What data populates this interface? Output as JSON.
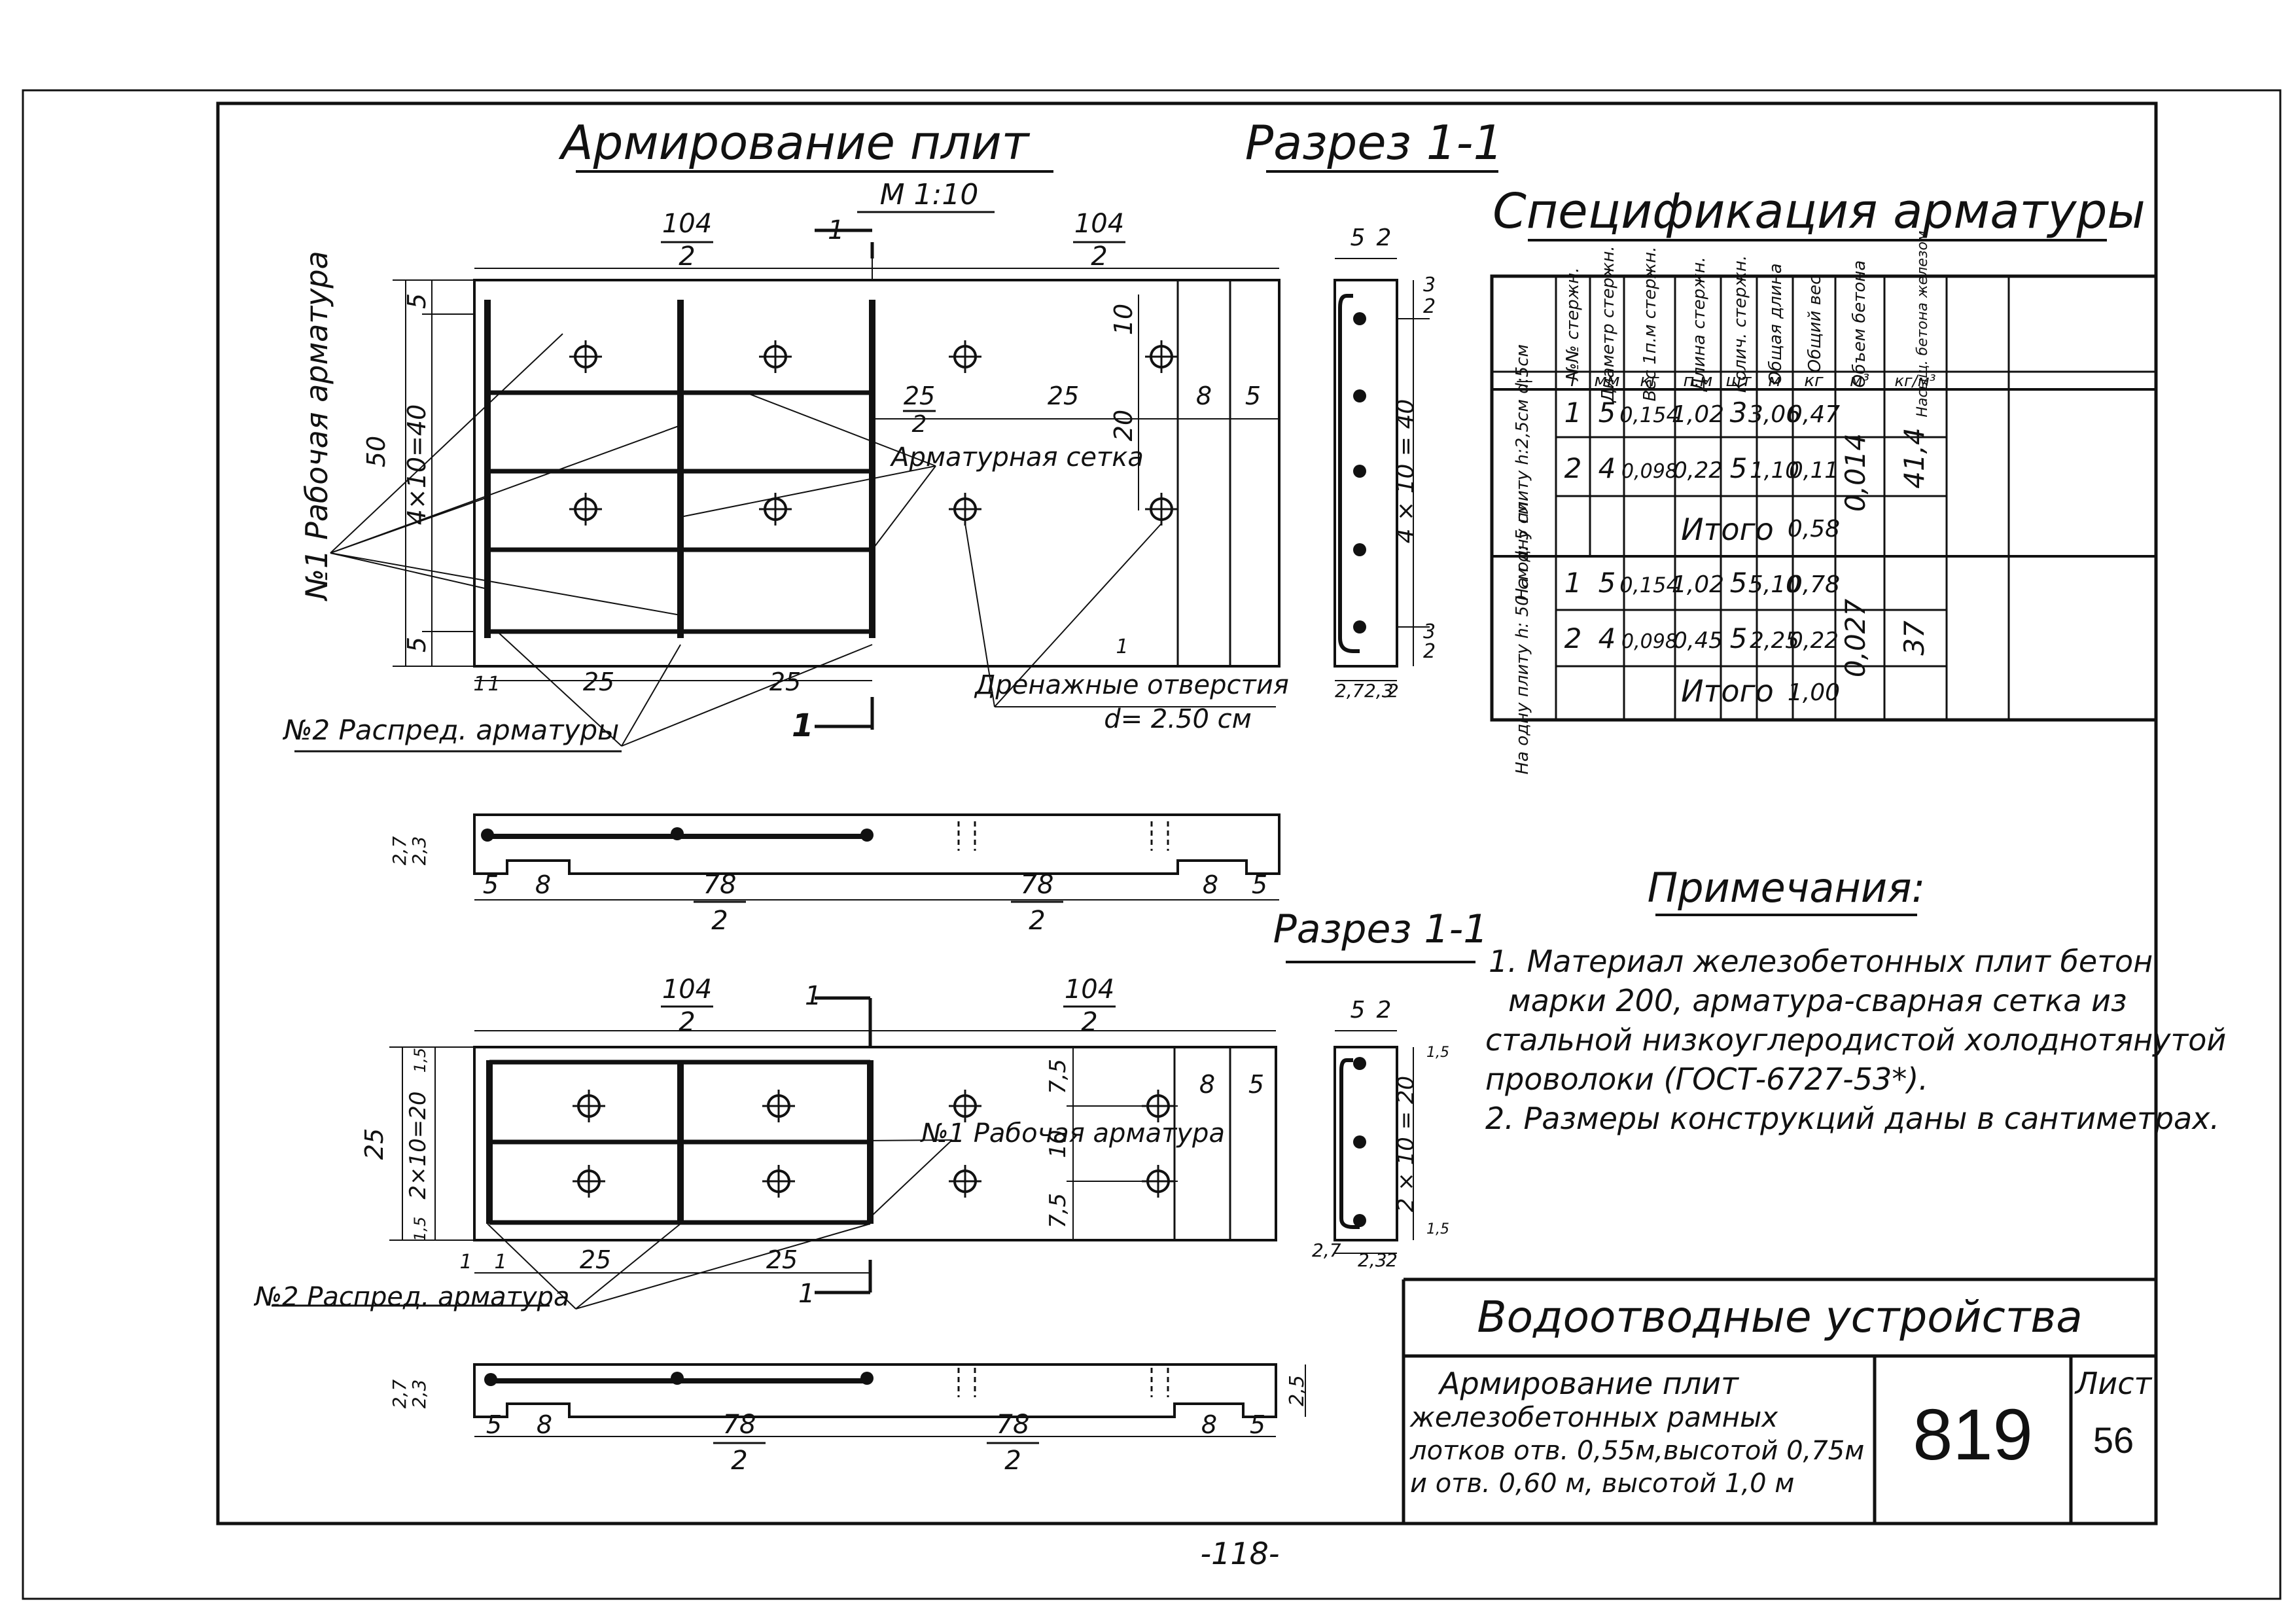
{
  "titles": {
    "main": "Армирование плит",
    "scale": "М 1:10",
    "section_top": "Разрез 1-1",
    "section_bottom": "Разрез 1-1",
    "spec": "Спецификация арматуры",
    "notes": "Примечания:"
  },
  "labels": {
    "rabochaya_top": "№1 Рабочая арматура",
    "armaturnaya_setka": "Арматурная сетка",
    "drenazh": "Дренажные отверстия",
    "drenazh_d": "d= 2.50 см",
    "raspred_top": "№2 Распред. арматуры",
    "rabochaya_bottom": "№1 Рабочая арматура",
    "raspred_bottom": "№2 Распред. арматура",
    "cut_mark": "1"
  },
  "dims_top_plan": {
    "d104a": "104",
    "d2a": "2",
    "d104b": "104",
    "d2b": "2",
    "d5a": "5",
    "d50": "50",
    "d4x10": "4×10=40",
    "d5b": "5",
    "d10": "10",
    "d20": "20",
    "d25_2": "25",
    "d2c": "2",
    "d25m": "25",
    "d8": "8",
    "d5c": "5",
    "d25a": "25",
    "d25b": "25",
    "d1a": "1",
    "d1b": "1",
    "d1c": "1"
  },
  "dims_top_elev": {
    "d27": "2,7",
    "d23": "2,3",
    "d5a": "5",
    "d8a": "8",
    "d78a": "78",
    "d2a": "2",
    "d78b": "78",
    "d2b": "2",
    "d8b": "8",
    "d5b": "5"
  },
  "dims_top_section": {
    "d5": "5",
    "d2": "2",
    "d3a": "3",
    "d2a": "2",
    "d4x10": "4 × 10 = 40",
    "d3b": "3",
    "d2b": "2",
    "d27": "2,7",
    "d23": "2,3",
    "d2c": "2"
  },
  "dims_bottom_plan": {
    "d104a": "104",
    "d2a": "2",
    "d104b": "104",
    "d2b": "2",
    "d25": "25",
    "d15a": "1,5",
    "d2x10": "2×10=20",
    "d15b": "1,5",
    "d75a": "7,5",
    "d10": "10",
    "d75b": "7,5",
    "d8": "8",
    "d5": "5",
    "d1a": "1",
    "d1b": "1",
    "d25a": "25",
    "d25b": "25"
  },
  "dims_bottom_elev": {
    "d27": "2,7",
    "d23": "2,3",
    "d5a": "5",
    "d8a": "8",
    "d78a": "78",
    "d2a": "2",
    "d78b": "78",
    "d2b": "2",
    "d8b": "8",
    "d5b": "5",
    "d25": "2,5"
  },
  "dims_bottom_section": {
    "d5": "5",
    "d2": "2",
    "d15a": "1,5",
    "d2x10": "2 × 10 = 20",
    "d15b": "1,5",
    "d27": "2,7",
    "d23": "2,3",
    "d2c": "2"
  },
  "spec_table": {
    "headers": [
      "№№ стержн.",
      "Диаметр стержн.",
      "Вес 1п.м стержн.",
      "Длина стержн.",
      "Колич. стержн.",
      "Общая длина",
      "Общий вес",
      "Объем бетона",
      "Насыщ. бетона железом"
    ],
    "units": [
      "—",
      "I",
      "мм",
      "кг",
      "п.м",
      "шт",
      "м",
      "кг",
      "м³",
      "кг/м³"
    ],
    "group1_label": "На одну плиту h:2,5см d:5см",
    "group2_label": "На одну плиту h: 50 см d: 5 см",
    "group1_rows": [
      [
        "1",
        "5",
        "0,154",
        "1,02",
        "3",
        "3,06",
        "0,47"
      ],
      [
        "2",
        "4",
        "0,098",
        "0,22",
        "5",
        "1,10",
        "0,11"
      ]
    ],
    "group1_total_label": "Итого",
    "group1_total": "0,58",
    "group1_volume": "0,014",
    "group1_sat": "41,4",
    "group2_rows": [
      [
        "1",
        "5",
        "0,154",
        "1,02",
        "5",
        "5,10",
        "0,78"
      ],
      [
        "2",
        "4",
        "0,098",
        "0,45",
        "5",
        "2,25",
        "0,22"
      ]
    ],
    "group2_total_label": "Итого",
    "group2_total": "1,00",
    "group2_volume": "0,027",
    "group2_sat": "37"
  },
  "notes": [
    "1. Материал железобетонных плит бетон",
    "марки 200, арматура-сварная сетка из",
    "стальной низкоуглеродистой холоднотянутой",
    "проволоки (ГОСТ-6727-53*).",
    "2. Размеры конструкций даны в сантиметрах."
  ],
  "stamp": {
    "section": "Водоотводные устройства",
    "desc1": "Армирование плит",
    "desc2": "железобетонных рамных",
    "desc3": "лотков отв. 0,55м,высотой 0,75м",
    "desc4": "и отв. 0,60 м, высотой 1,0 м",
    "number": "819",
    "sheet_label": "Лист",
    "sheet": "56"
  },
  "page_number": "-118-"
}
